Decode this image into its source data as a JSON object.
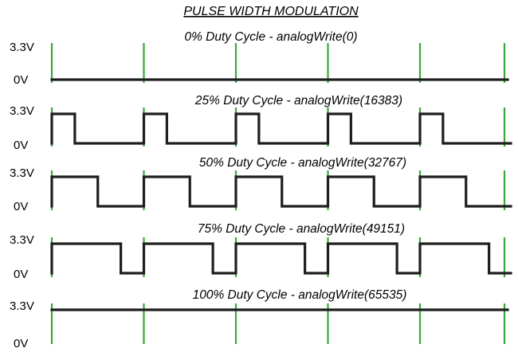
{
  "title": "PULSE WIDTH MODULATION",
  "colors": {
    "wave": "#1e1e1e",
    "marker": "#3aa63a",
    "text": "#000000",
    "background": "#ffffff"
  },
  "levels": {
    "high": "3.3V",
    "low": "0V"
  },
  "periods": 5,
  "panels": [
    {
      "label": "0% Duty Cycle  - analogWrite(0)",
      "duty": 0
    },
    {
      "label": "25% Duty Cycle  - analogWrite(16383)",
      "duty": 0.25
    },
    {
      "label": "50% Duty Cycle  - analogWrite(32767)",
      "duty": 0.5
    },
    {
      "label": "75% Duty Cycle  - analogWrite(49151)",
      "duty": 0.75
    },
    {
      "label": "100% Duty Cycle  - analogWrite(65535)",
      "duty": 1
    }
  ]
}
